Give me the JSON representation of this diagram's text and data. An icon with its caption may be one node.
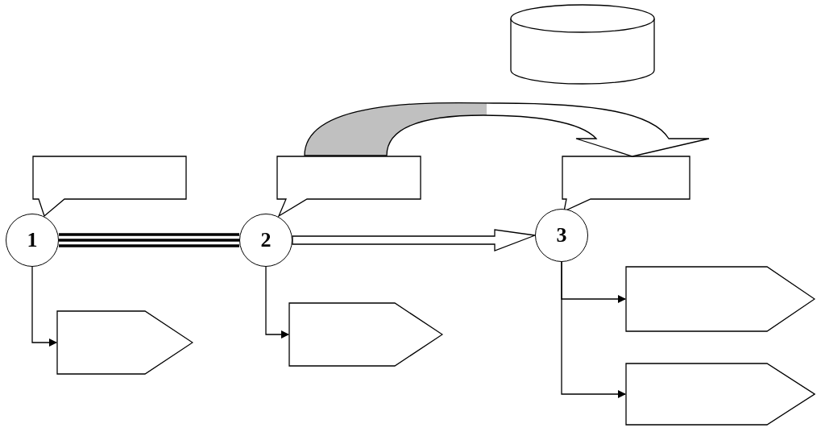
{
  "diagram": {
    "nodes": [
      {
        "text": [
          "1"
        ]
      },
      {
        "text": [
          "2"
        ]
      },
      {
        "text": [
          "3"
        ]
      },
      {
        "text": [],
        "shape": "callout"
      },
      {
        "text": [],
        "shape": "callout"
      },
      {
        "text": [],
        "shape": "callout"
      },
      {
        "text": [],
        "shape": "pentagon"
      },
      {
        "text": [],
        "shape": "pentagon"
      },
      {
        "text": [],
        "shape": "pentagon"
      },
      {
        "text": [],
        "shape": "pentagon"
      },
      {
        "text": [],
        "shape": "cylinder"
      }
    ],
    "edges": [
      {
        "from": 0,
        "to": 1,
        "arrow": "none",
        "style": "thick"
      },
      {
        "from": 1,
        "to": 2,
        "arrow": "to",
        "style": "thick"
      },
      {
        "from": 4,
        "to": 5,
        "arrow": "to",
        "style": "thick"
      },
      {
        "from": 0,
        "to": 6,
        "arrow": "to"
      },
      {
        "from": 1,
        "to": 7,
        "arrow": "to"
      },
      {
        "from": 2,
        "to": 8,
        "arrow": "to"
      },
      {
        "from": 2,
        "to": 9,
        "arrow": "to"
      }
    ]
  }
}
